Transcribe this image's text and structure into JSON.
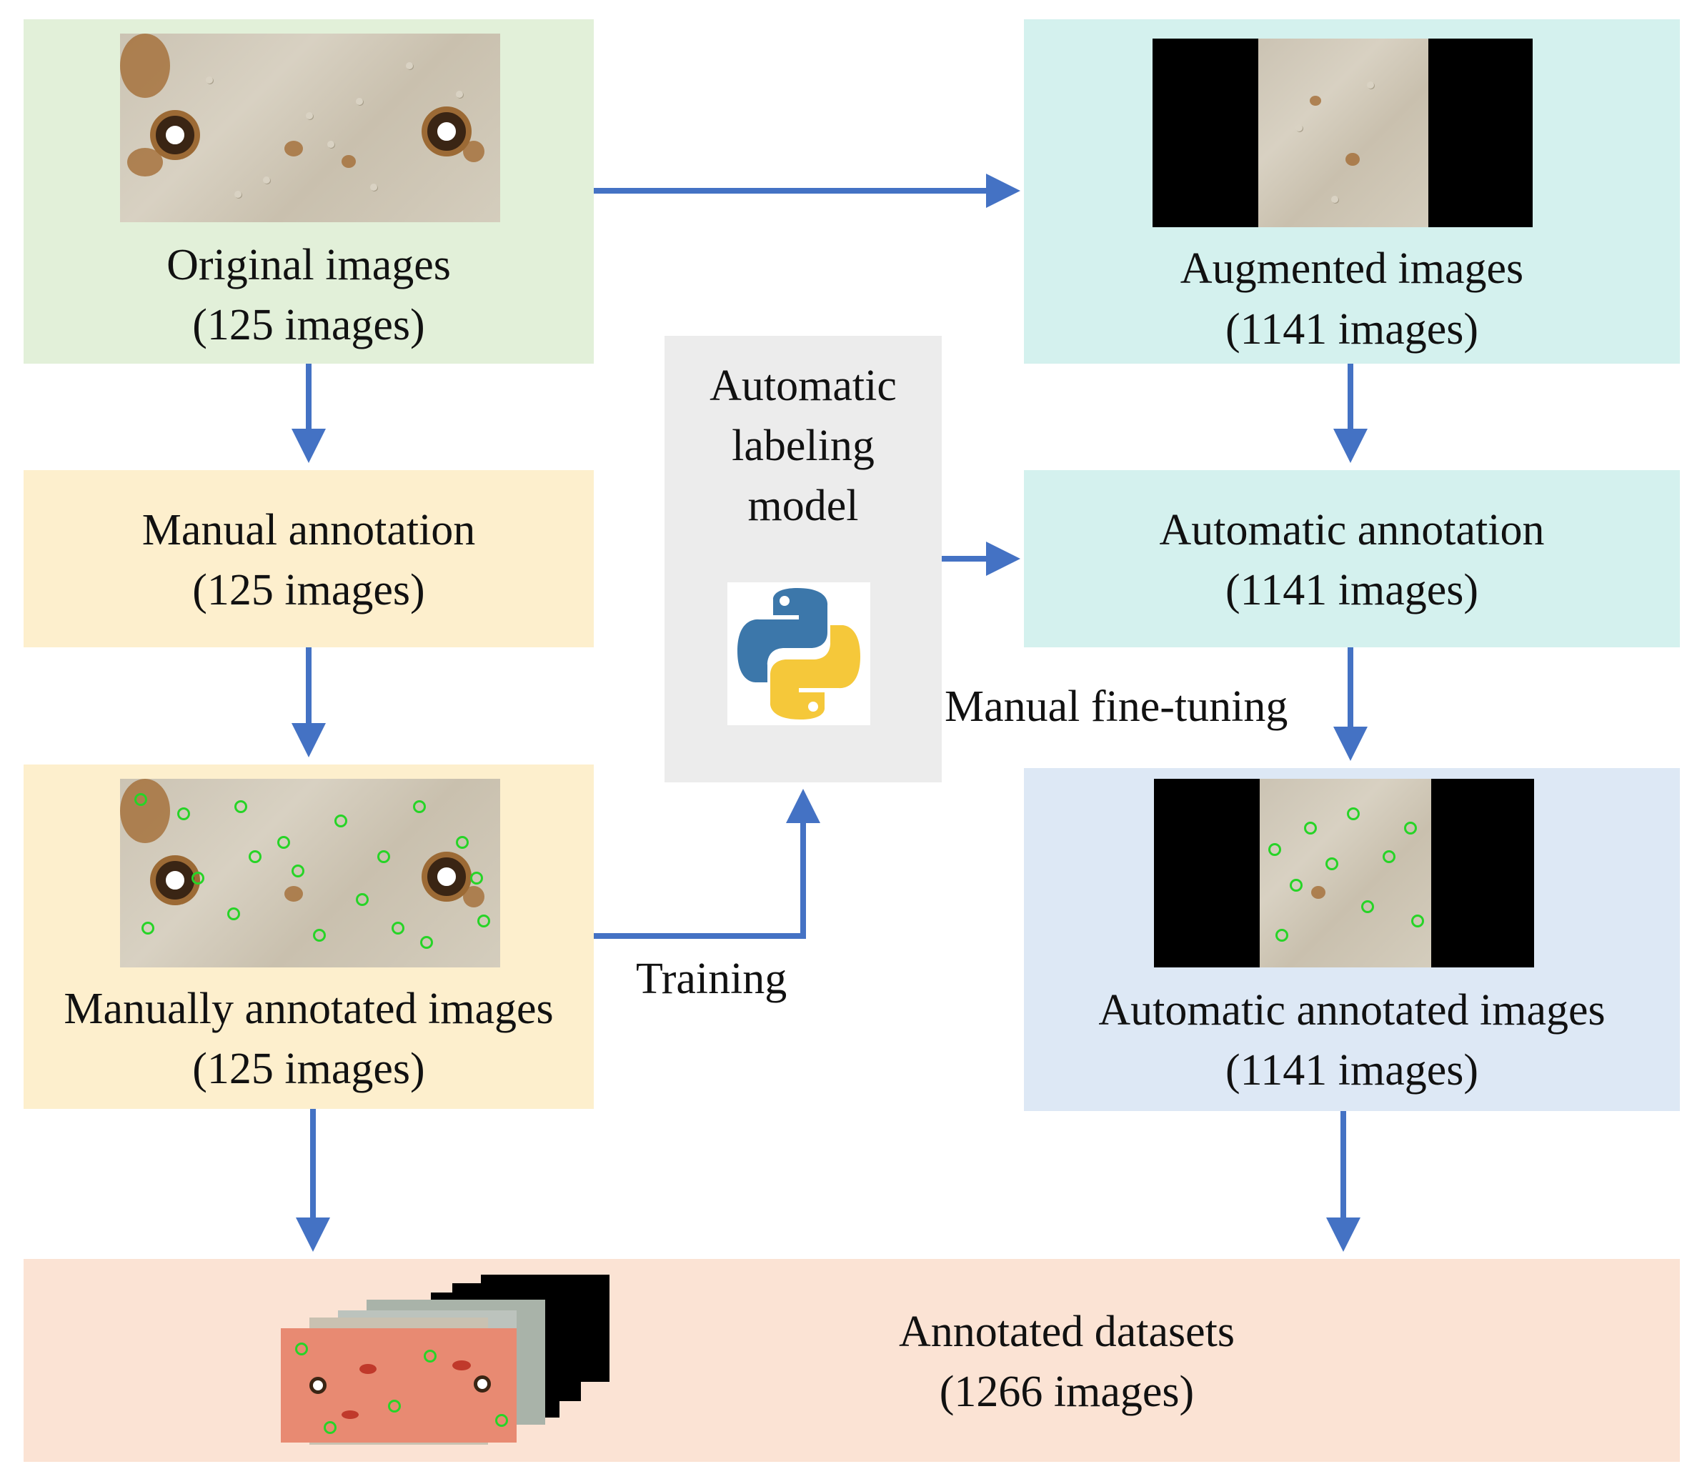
{
  "colors": {
    "arrow": "#4472c4",
    "green_box": "#e2f0d9",
    "teal_box": "#d4f1ee",
    "yellow_box": "#fdefcd",
    "blue_box": "#dde8f5",
    "gray_box": "#ececec",
    "orange_box": "#fbe3d4"
  },
  "nodes": {
    "original": {
      "title": "Original images",
      "count": "(125 images)"
    },
    "augmented": {
      "title": "Augmented images",
      "count": "(1141 images)"
    },
    "manual_annotation": {
      "title": "Manual annotation",
      "count": "(125 images)"
    },
    "automatic_annotation": {
      "title": "Automatic annotation",
      "count": "(1141 images)"
    },
    "manually_annotated": {
      "title": "Manually annotated images",
      "count": "(125 images)"
    },
    "automatic_annotated": {
      "title": "Automatic annotated images",
      "count": "(1141 images)"
    },
    "model": {
      "line1": "Automatic",
      "line2": "labeling",
      "line3": "model",
      "icon": "python-logo-icon"
    },
    "datasets": {
      "title": "Annotated datasets",
      "count": "(1266 images)"
    }
  },
  "edges": {
    "training": "Training",
    "fine_tuning": "Manual fine-tuning"
  }
}
